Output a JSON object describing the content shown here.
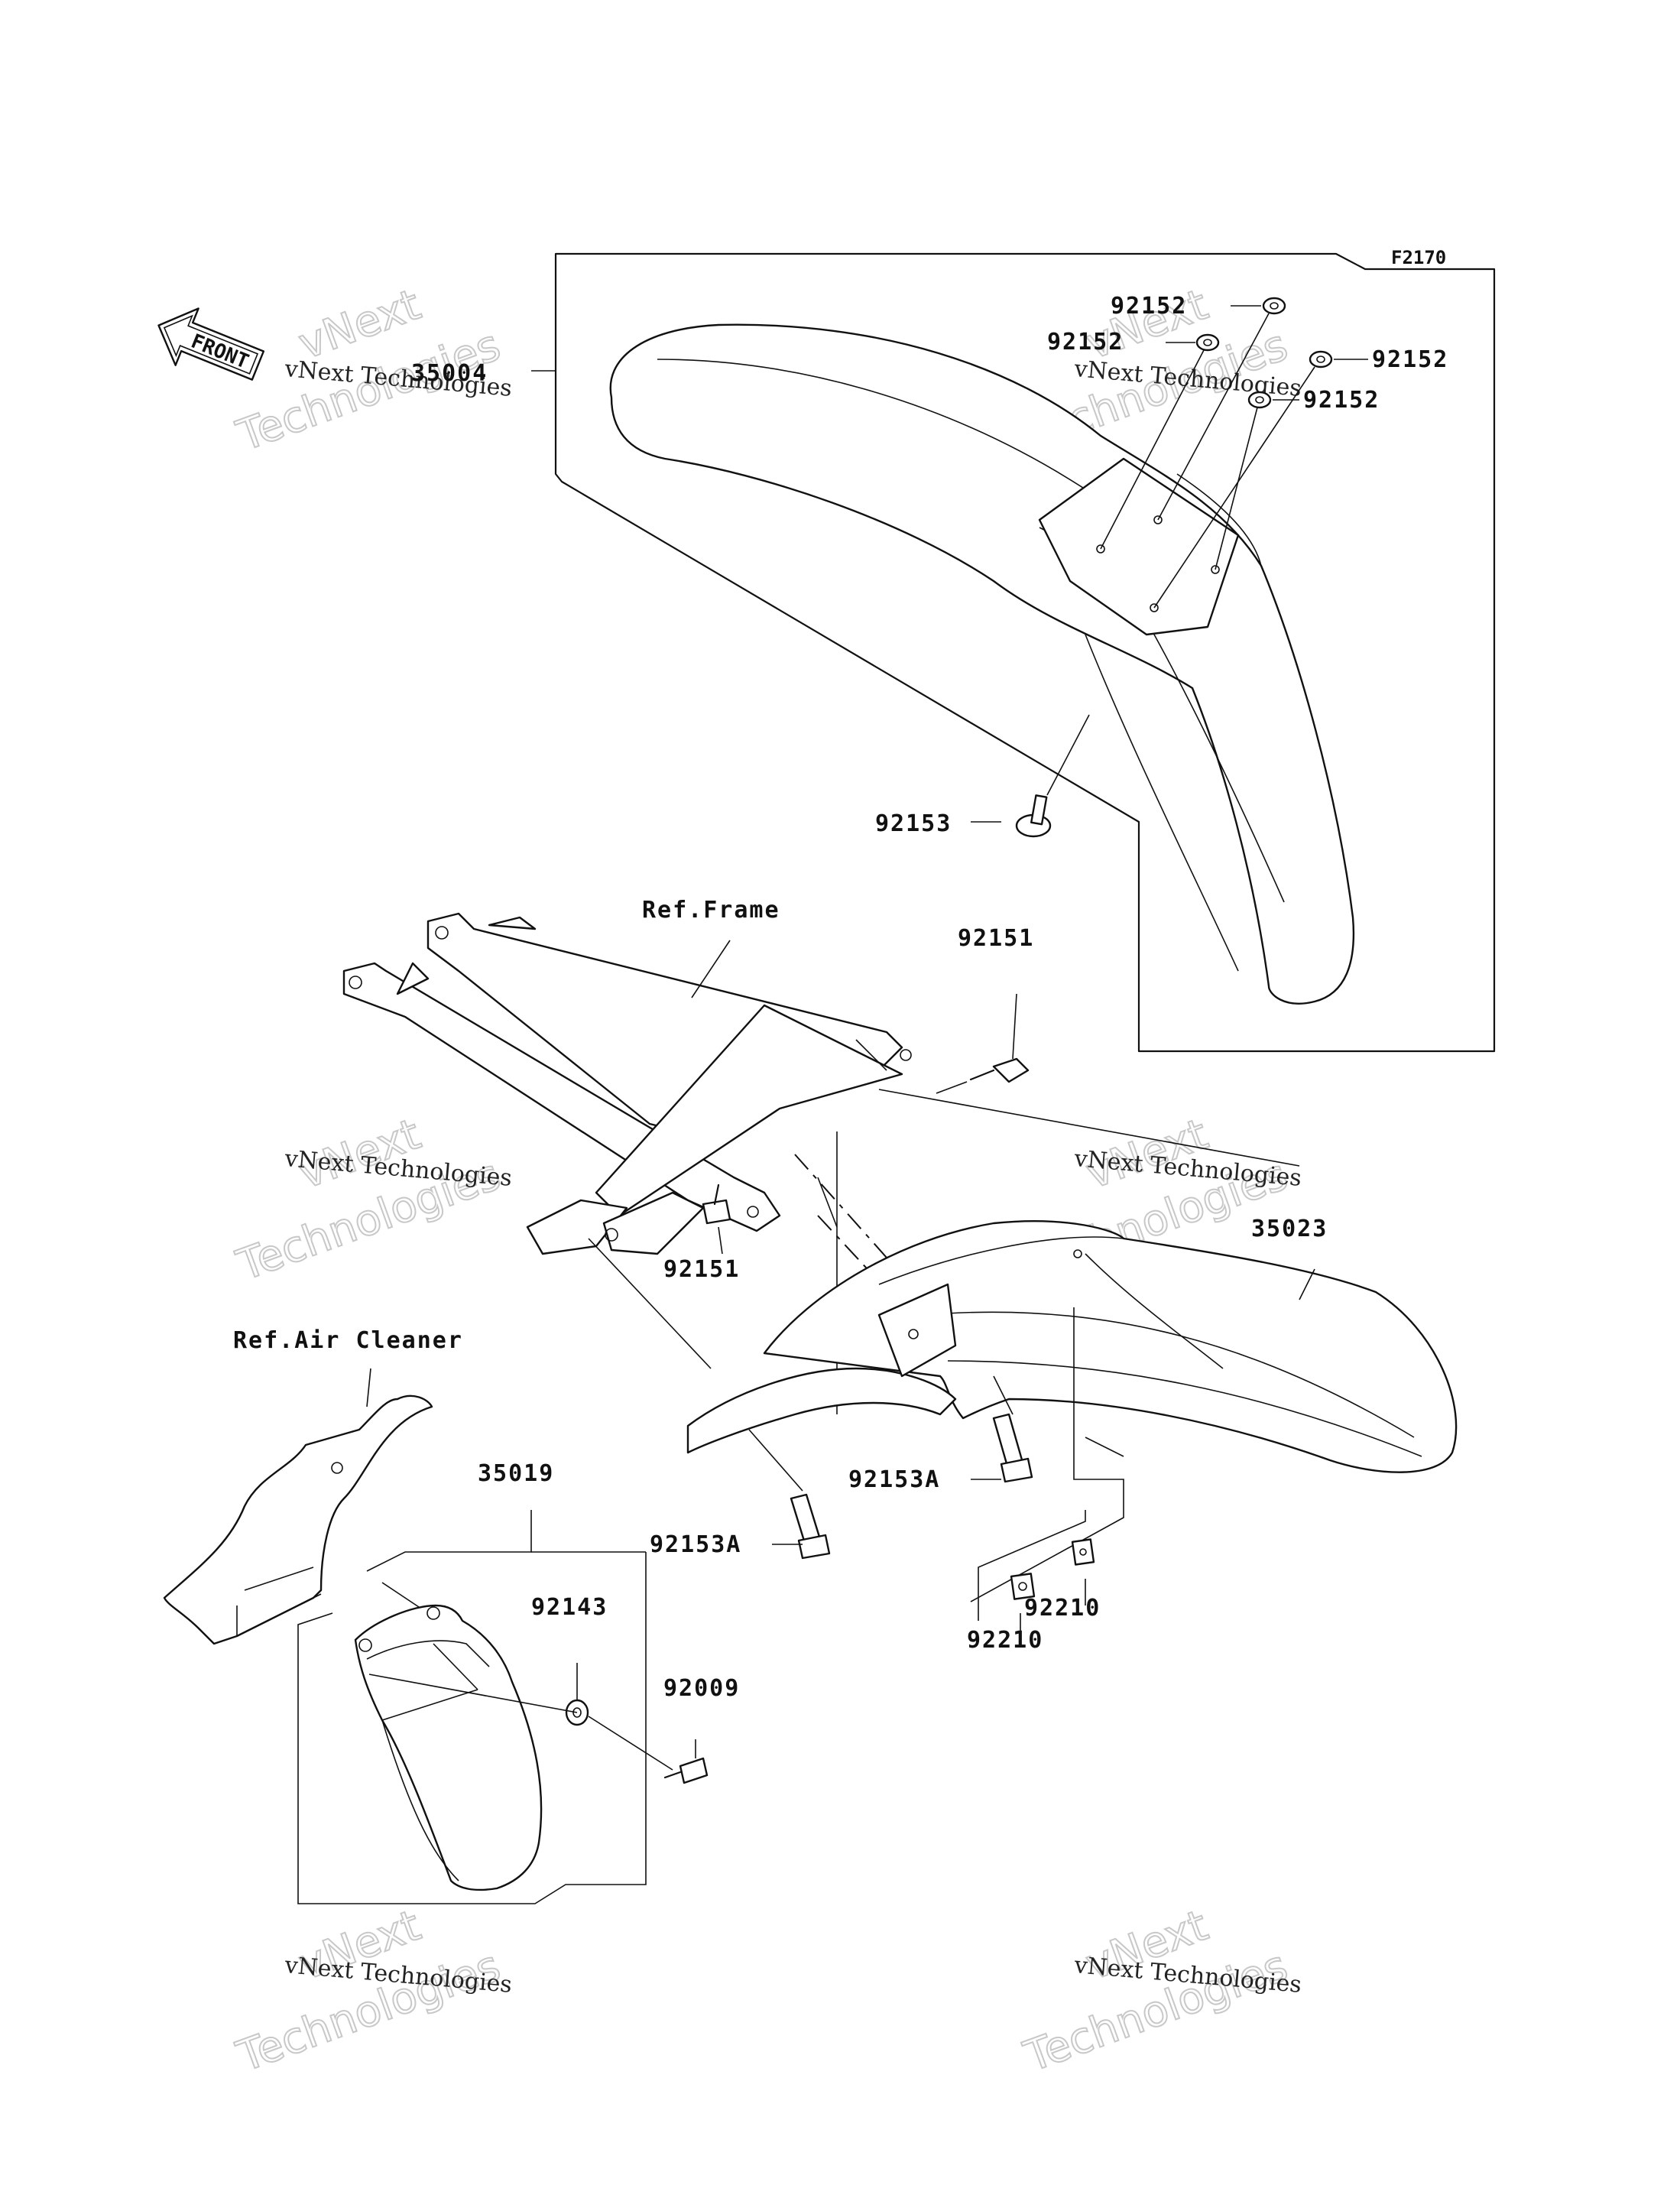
{
  "diagram_code": "F2170",
  "front_arrow_label": "FRONT",
  "ref_labels": {
    "frame": "Ref.Frame",
    "air_cleaner": "Ref.Air Cleaner"
  },
  "part_numbers": {
    "front_fender": "35004",
    "rear_fender": "35023",
    "mud_flap": "35019",
    "grommet_a": "92152",
    "grommet_b": "92152",
    "grommet_c": "92152",
    "grommet_d": "92152",
    "front_bolt": "92153",
    "frame_bolt_upper": "92151",
    "frame_bolt_lower": "92151",
    "rear_bolt_a1": "92153A",
    "rear_bolt_a2": "92153A",
    "nut_left": "92210",
    "nut_right": "92210",
    "washer": "92143",
    "screw": "92009"
  },
  "watermark": {
    "line1": "vNext Technologies",
    "line2": "vNext",
    "line3": "Technologies"
  }
}
